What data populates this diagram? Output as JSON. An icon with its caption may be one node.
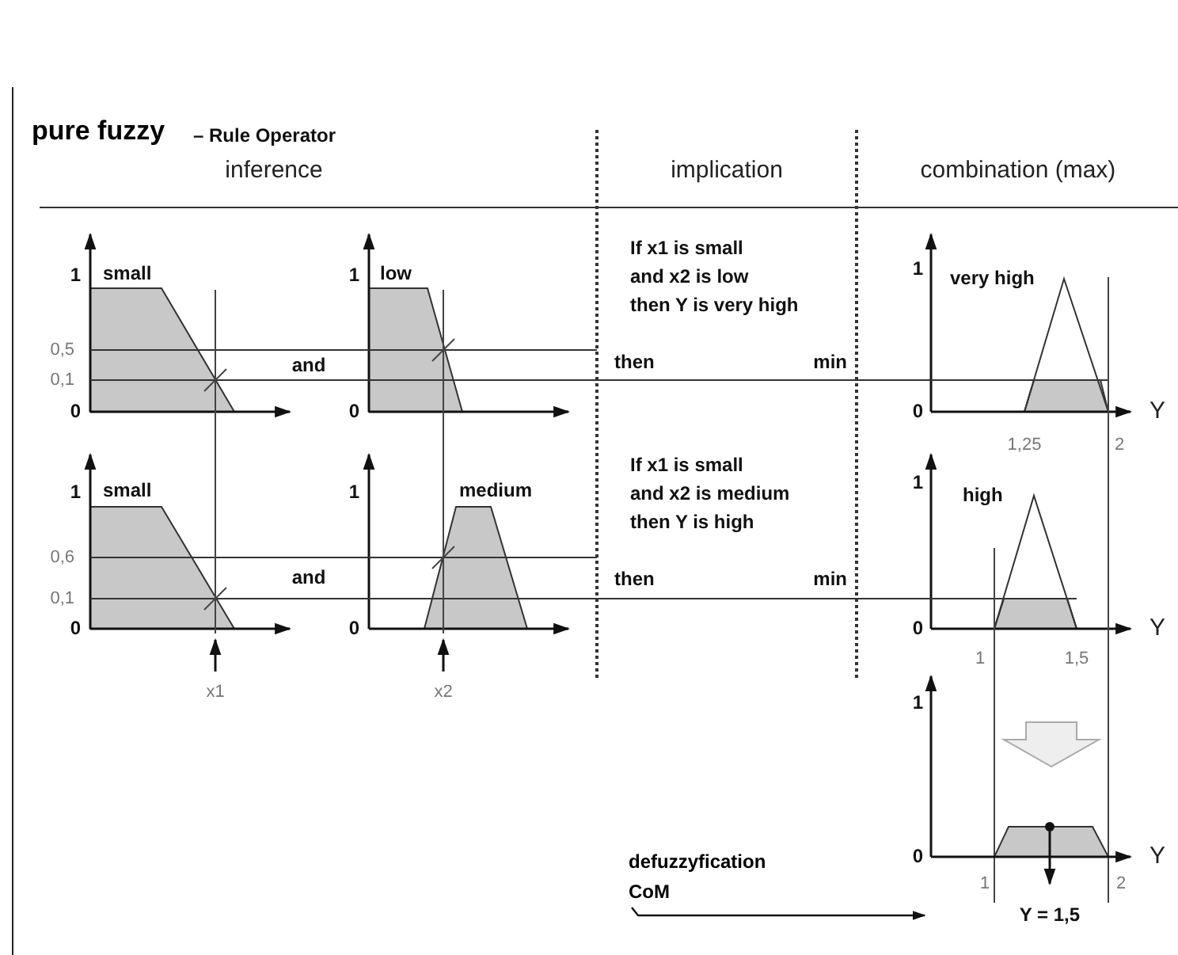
{
  "diagram": {
    "title": "pure fuzzy",
    "nodes": [
      {
        "text": [
          "defuzzyfication CoM"
        ]
      },
      {
        "text": [],
        "shape": "picture"
      }
    ],
    "edges": [
      {
        "from": 0,
        "to": 1,
        "arrow": "to"
      }
    ],
    "labels": [
      "– Rule Operator",
      "inference",
      "implication",
      "combination (max)",
      "1",
      "small",
      "0,5",
      "0,1",
      "0",
      "1",
      "low",
      "0",
      "and",
      "If x1 is small",
      "and x2 is low",
      "then Y is very high",
      "then",
      "min",
      "1",
      "very high",
      "0",
      "Y",
      "1,25",
      "2",
      "1",
      "small",
      "0,6",
      "0,1",
      "0",
      "1",
      "medium",
      "0",
      "and",
      "If x1 is small",
      "and x2 is medium",
      "then Y is high",
      "then",
      "min",
      "1",
      "high",
      "0",
      "Y",
      "1",
      "1,5",
      "x1",
      "x2",
      "1",
      "0",
      "Y",
      "1",
      "2",
      "Y = 1,5"
    ]
  }
}
